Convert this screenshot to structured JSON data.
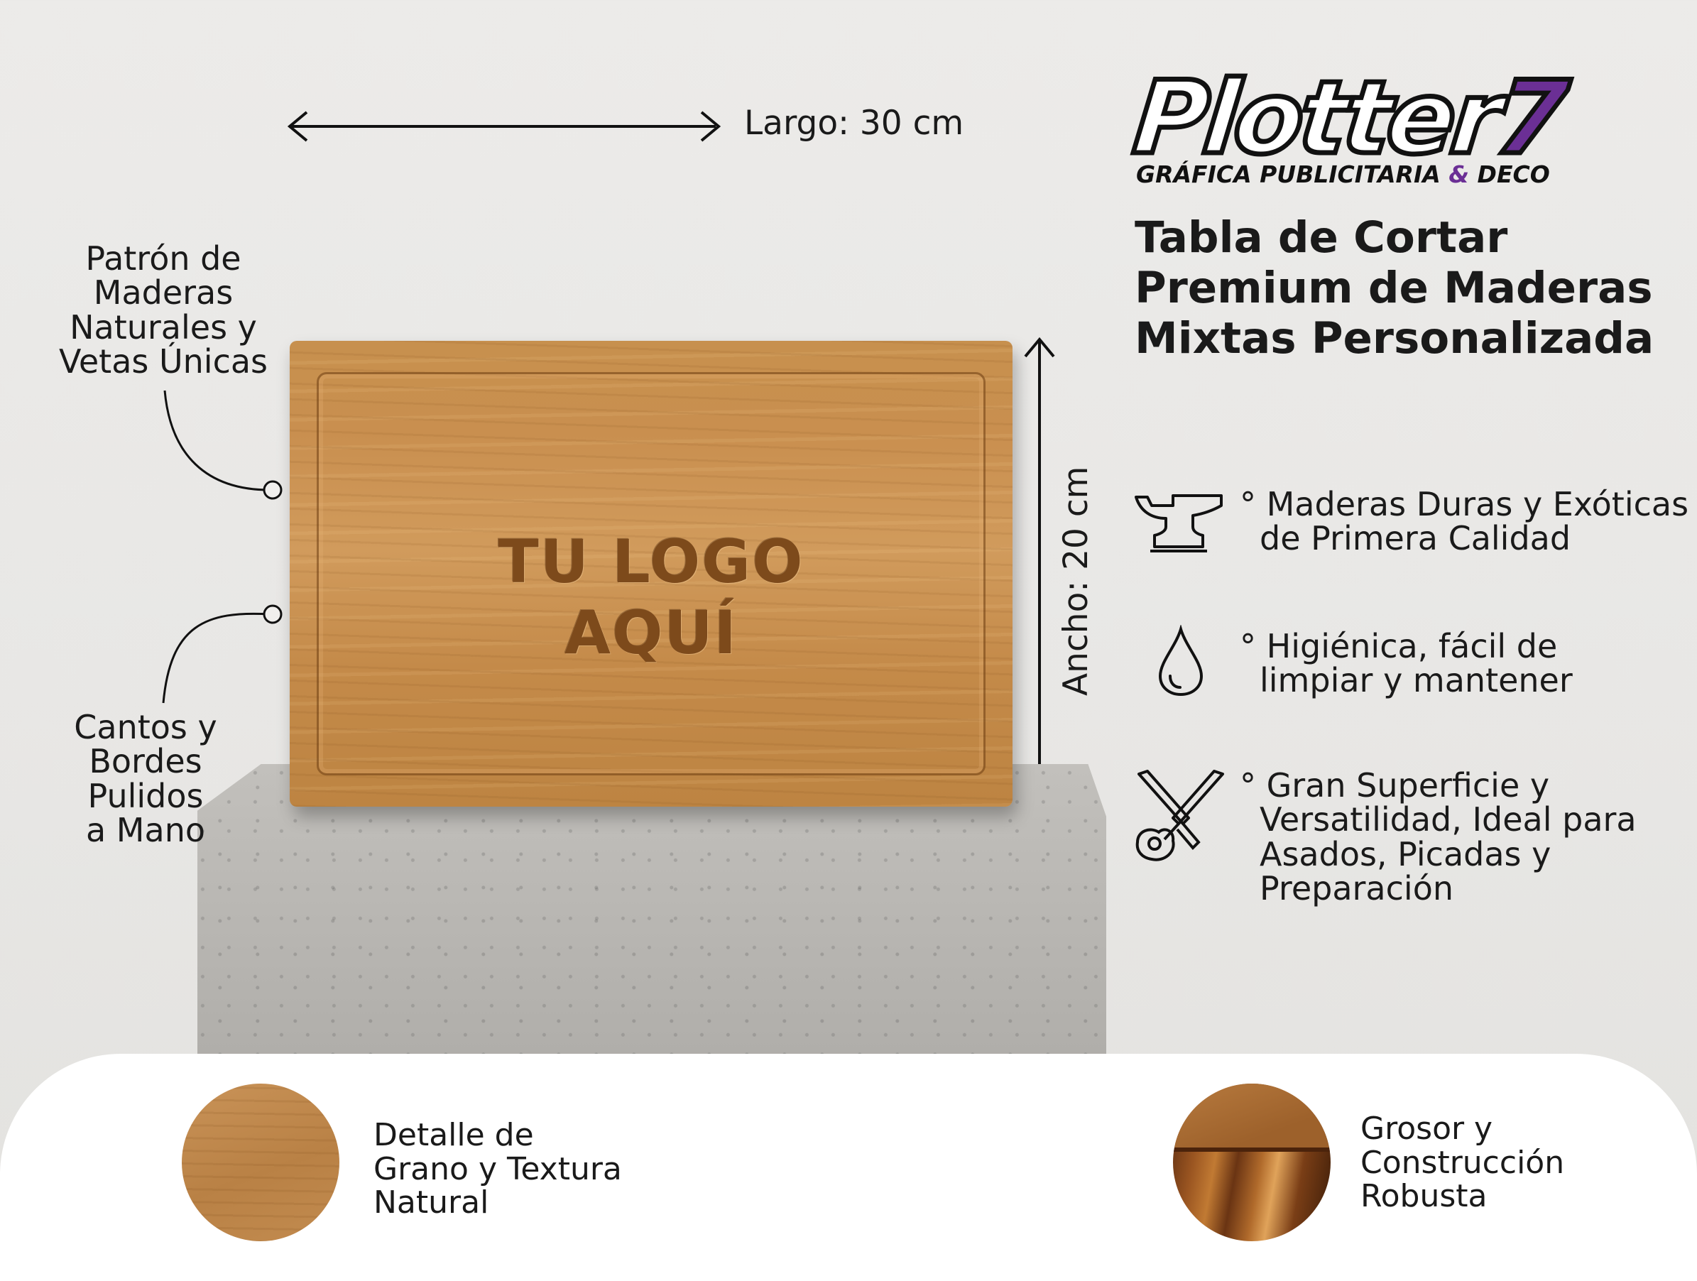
{
  "brand": {
    "name": "Plotter",
    "number": "7",
    "subtitle_left": "GRÁFICA PUBLICITARIA",
    "subtitle_amp": "&",
    "subtitle_right": "DECO",
    "accent_color": "#6b2f95"
  },
  "product_title": [
    "Tabla de Cortar",
    "Premium de Maderas",
    "Mixtas Personalizada"
  ],
  "dimensions": {
    "length": "Largo: 30 cm",
    "width": "Ancho: 20 cm"
  },
  "board_engraving": [
    "TU LOGO",
    "AQUÍ"
  ],
  "callouts": {
    "top_left": [
      "Patrón de",
      "Maderas",
      "Naturales y",
      "Vetas Únicas"
    ],
    "bottom_left": [
      "Cantos y",
      "Bordes",
      "Pulidos",
      "a Mano"
    ]
  },
  "features": [
    {
      "icon": "anvil-icon",
      "lines": [
        "° Maderas Duras y Exóticas",
        "de Primera Calidad"
      ]
    },
    {
      "icon": "water-drop-icon",
      "lines": [
        "° Higiénica, fácil de",
        "limpiar y mantener"
      ]
    },
    {
      "icon": "knives-steak-icon",
      "lines": [
        "° Gran Superficie y",
        "Versatilidad, Ideal para",
        "Asados, Picadas y",
        "Preparación"
      ]
    }
  ],
  "bottom": {
    "left_caption": [
      "Detalle de",
      "Grano y Textura",
      "Natural"
    ],
    "right_caption": [
      "Grosor y",
      "Construcción",
      "Robusta"
    ]
  }
}
